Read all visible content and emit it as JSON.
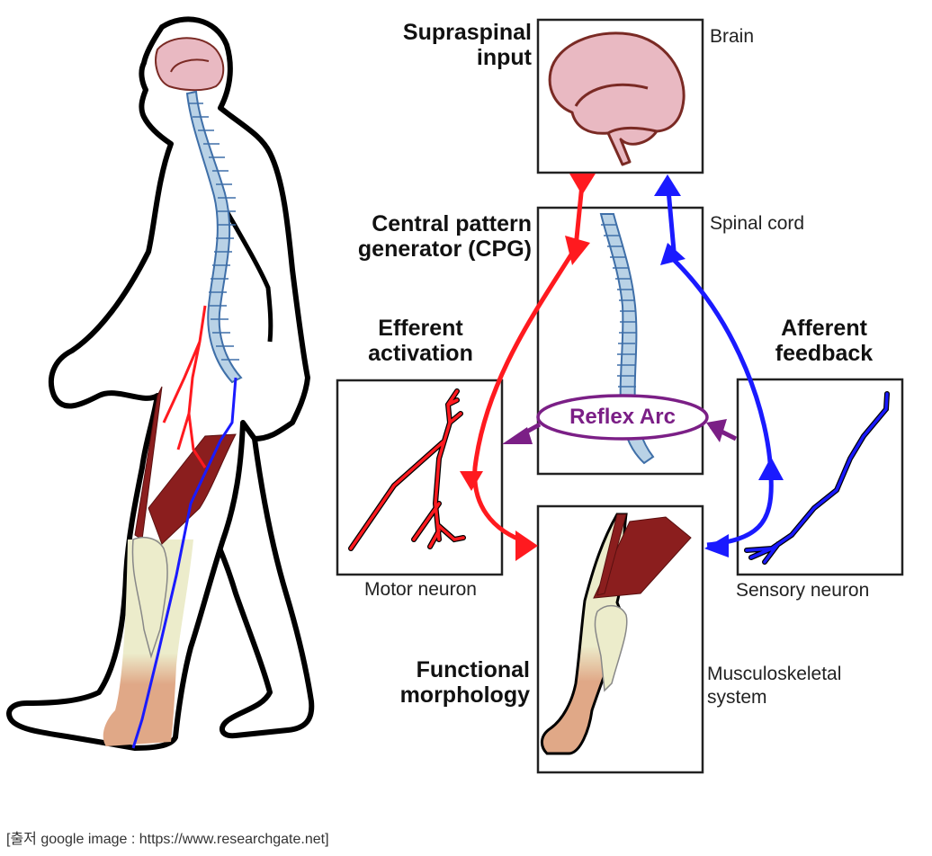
{
  "labels": {
    "supraspinal_line1": "Supraspinal",
    "supraspinal_line2": "input",
    "brain": "Brain",
    "cpg_line1": "Central pattern",
    "cpg_line2": "generator (CPG)",
    "spinal_cord": "Spinal cord",
    "efferent_line1": "Efferent",
    "efferent_line2": "activation",
    "afferent_line1": "Afferent",
    "afferent_line2": "feedback",
    "reflex_arc": "Reflex Arc",
    "motor_neuron": "Motor neuron",
    "sensory_neuron": "Sensory neuron",
    "functional_line1": "Functional",
    "functional_line2": "morphology",
    "musculoskeletal_line1": "Musculoskeletal",
    "musculoskeletal_line2": "system"
  },
  "caption": "[출저 google image : https://www.researchgate.net]",
  "colors": {
    "efferent": "#ff1a1f",
    "afferent": "#1a1aff",
    "reflex": "#7b1f86",
    "brain_fill": "#e9b9c2",
    "brain_stroke": "#7a2a24",
    "spine_fill": "#b9d2e6",
    "spine_stroke": "#3f6fa8",
    "muscle": "#8b1e1e",
    "bone": "#ececcb",
    "skin": "#e0a887"
  }
}
